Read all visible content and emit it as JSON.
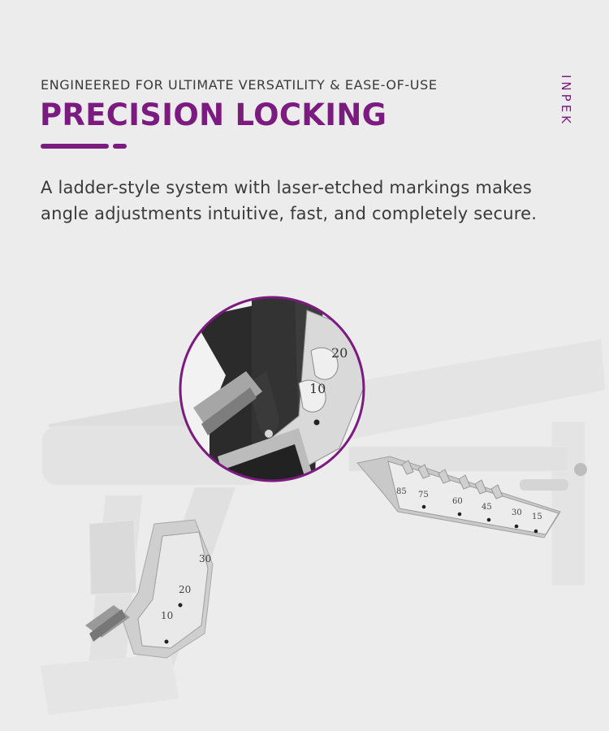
{
  "header": {
    "eyebrow": "ENGINEERED FOR ULTIMATE VERSATILITY & EASE-OF-USE",
    "title": "PRECISION LOCKING",
    "accent_color": "#7b1a7f"
  },
  "description": {
    "line1": "A ladder-style system with laser-etched markings makes",
    "line2": "angle adjustments intuitive, fast, and completely secure."
  },
  "brand": {
    "logo_text": "INPEK"
  },
  "bench": {
    "seat_labels": [
      "30",
      "20",
      "10"
    ],
    "back_labels": [
      "85",
      "75",
      "60",
      "45",
      "30",
      "15"
    ],
    "zoom_labels": [
      "20",
      "10"
    ]
  }
}
